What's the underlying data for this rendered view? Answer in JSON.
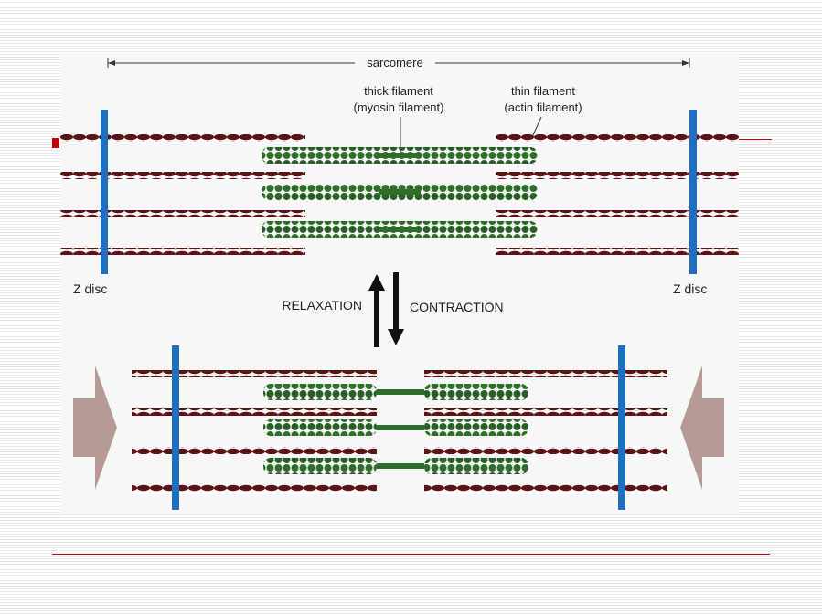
{
  "labels": {
    "sarcomere": "sarcomere",
    "thick_filament_line1": "thick filament",
    "thick_filament_line2": "(myosin filament)",
    "thin_filament_line1": "thin filament",
    "thin_filament_line2": "(actin filament)",
    "z_disc_left": "Z disc",
    "z_disc_right": "Z disc",
    "relaxation": "RELAXATION",
    "contraction": "CONTRACTION"
  },
  "colors": {
    "slide_accent": "#c0000a",
    "z_disc": "#1f6fc0",
    "actin": "#5a1414",
    "myosin": "#2f6e2a",
    "arrow_force": "#b89a94",
    "panel": "#f7f7f7"
  }
}
